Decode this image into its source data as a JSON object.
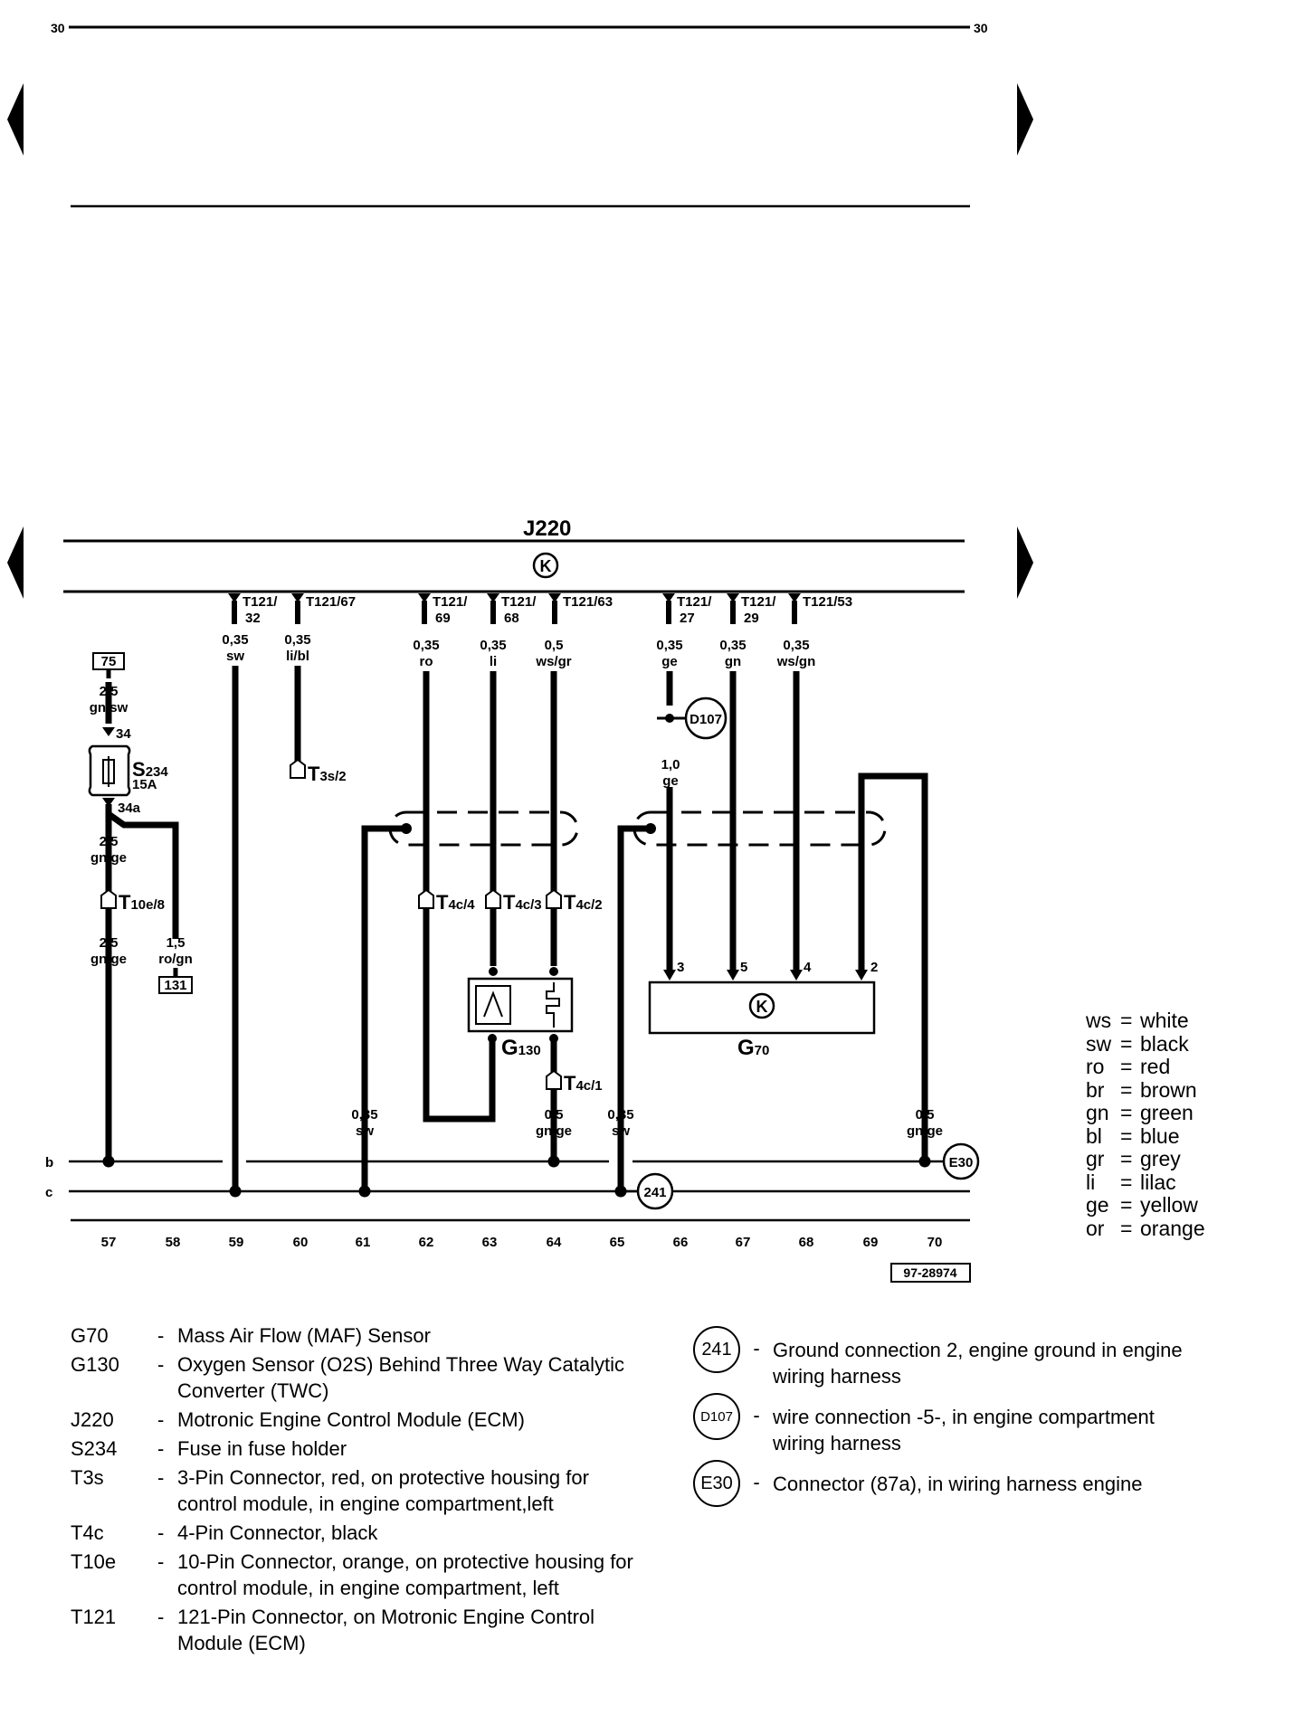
{
  "page": {
    "page_number_left": "30",
    "page_number_right": "30",
    "image_code": "97-28974"
  },
  "ecm": {
    "name": "J220",
    "symbol": "K"
  },
  "pin_labels": [
    {
      "id": "p32",
      "text": "T121/",
      "sub": "32"
    },
    {
      "id": "p67",
      "text": "T121/67",
      "sub": ""
    },
    {
      "id": "p69",
      "text": "T121/",
      "sub": "69"
    },
    {
      "id": "p68",
      "text": "T121/",
      "sub": "68"
    },
    {
      "id": "p63",
      "text": "T121/63",
      "sub": ""
    },
    {
      "id": "p27",
      "text": "T121/",
      "sub": "27"
    },
    {
      "id": "p29",
      "text": "T121/",
      "sub": "29"
    },
    {
      "id": "p53",
      "text": "T121/53",
      "sub": ""
    }
  ],
  "wire_labels": [
    {
      "size": "0,35",
      "color": "sw"
    },
    {
      "size": "0,35",
      "color": "li/bl"
    },
    {
      "size": "0,35",
      "color": "ro"
    },
    {
      "size": "0,35",
      "color": "li"
    },
    {
      "size": "0,5",
      "color": "ws/gr"
    },
    {
      "size": "0,35",
      "color": "ge"
    },
    {
      "size": "0,35",
      "color": "gn"
    },
    {
      "size": "0,35",
      "color": "ws/gn"
    },
    {
      "size": "2,5",
      "color": "gn/sw"
    },
    {
      "size": "2,5",
      "color": "gn/ge"
    },
    {
      "size": "2,5",
      "color": "gn/ge"
    },
    {
      "size": "1,5",
      "color": "ro/gn"
    },
    {
      "size": "1,0",
      "color": "ge"
    },
    {
      "size": "0,35",
      "color": "sw"
    },
    {
      "size": "0,5",
      "color": "gn/ge"
    },
    {
      "size": "0,35",
      "color": "sw"
    },
    {
      "size": "0,5",
      "color": "gn/ge"
    }
  ],
  "components": {
    "fuse": {
      "name": "S",
      "sub": "234",
      "rating": "15A",
      "pin_in": "34",
      "pin_out": "34a"
    },
    "terminal_75": "75",
    "terminal_131": "131",
    "maf": {
      "name": "G",
      "sub": "70",
      "symbol": "K",
      "pins": [
        "3",
        "5",
        "4",
        "2"
      ]
    },
    "o2s": {
      "name": "G",
      "sub": "130"
    }
  },
  "connectors": [
    {
      "main": "T",
      "sub": "3s/2"
    },
    {
      "main": "T",
      "sub": "10e/8"
    },
    {
      "main": "T",
      "sub": "4c/4"
    },
    {
      "main": "T",
      "sub": "4c/3"
    },
    {
      "main": "T",
      "sub": "4c/2"
    },
    {
      "main": "T",
      "sub": "4c/1"
    }
  ],
  "circle_refs": [
    "D107",
    "241",
    "E30"
  ],
  "bus_labels": [
    "b",
    "c"
  ],
  "track_numbers": [
    "57",
    "58",
    "59",
    "60",
    "61",
    "62",
    "63",
    "64",
    "65",
    "66",
    "67",
    "68",
    "69",
    "70"
  ],
  "legend_components": [
    {
      "code": "G70",
      "desc": "Mass Air Flow (MAF) Sensor"
    },
    {
      "code": "G130",
      "desc": "Oxygen Sensor (O2S) Behind Three Way Catalytic Converter (TWC)"
    },
    {
      "code": "J220",
      "desc": "Motronic Engine Control Module (ECM)"
    },
    {
      "code": "S234",
      "desc": "Fuse in fuse holder"
    },
    {
      "code": "T3s",
      "desc": "3-Pin Connector, red, on protective housing for control module, in engine compartment,left"
    },
    {
      "code": "T4c",
      "desc": "4-Pin Connector, black"
    },
    {
      "code": "T10e",
      "desc": "10-Pin Connector, orange, on protective housing for control module, in engine compartment, left"
    },
    {
      "code": "T121",
      "desc": "121-Pin Connector, on Motronic Engine Control Module (ECM)"
    }
  ],
  "legend_grounds": [
    {
      "code": "241",
      "desc": "Ground connection 2, engine ground in engine wiring harness"
    },
    {
      "code": "D107",
      "desc": "wire connection -5-, in engine compartment wiring harness"
    },
    {
      "code": "E30",
      "desc": "Connector (87a), in wiring harness engine"
    }
  ],
  "color_legend": [
    {
      "abbr": "ws",
      "name": "white"
    },
    {
      "abbr": "sw",
      "name": "black"
    },
    {
      "abbr": "ro",
      "name": "red"
    },
    {
      "abbr": "br",
      "name": "brown"
    },
    {
      "abbr": "gn",
      "name": "green"
    },
    {
      "abbr": "bl",
      "name": "blue"
    },
    {
      "abbr": "gr",
      "name": "grey"
    },
    {
      "abbr": "li",
      "name": "lilac"
    },
    {
      "abbr": "ge",
      "name": "yellow"
    },
    {
      "abbr": "or",
      "name": "orange"
    }
  ]
}
